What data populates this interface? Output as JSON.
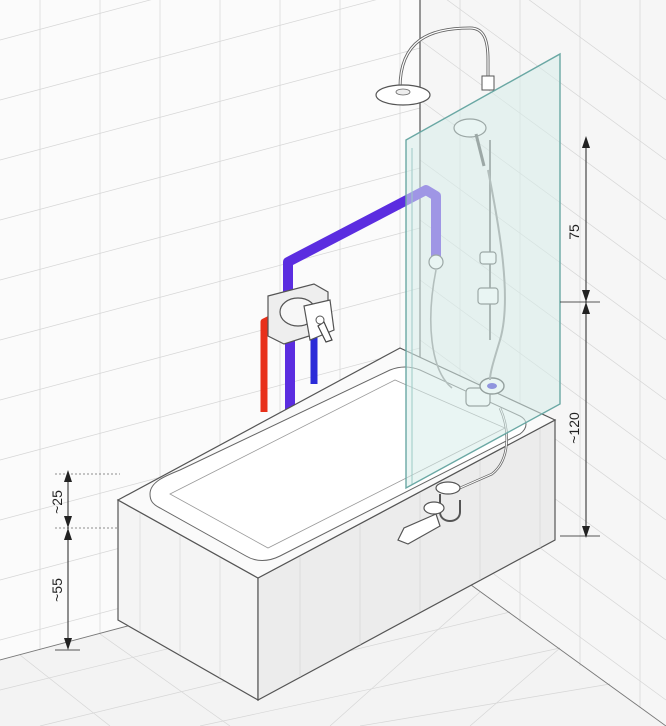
{
  "diagram": {
    "dimensions": [
      {
        "id": "dim-75",
        "label": "75"
      },
      {
        "id": "dim-120",
        "label": "~120"
      },
      {
        "id": "dim-25",
        "label": "~25"
      },
      {
        "id": "dim-55",
        "label": "~55"
      }
    ]
  },
  "colors": {
    "hot_pipe": "#e8301a",
    "cold_pipe": "#2b2bd8",
    "mixed_pipe": "#5b2de0",
    "glass": "#d7ecea",
    "glass_edge": "#6aa8a4",
    "line": "#555555",
    "grid": "#d6d6d6"
  }
}
